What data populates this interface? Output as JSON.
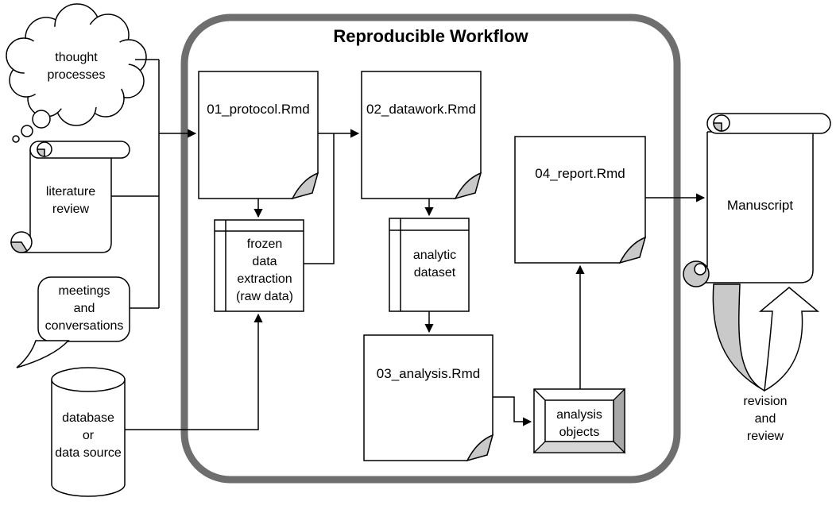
{
  "title": "Reproducible Workflow",
  "colors": {
    "box_border": "#6e6e6e",
    "fill_gray": "#c9c9c9",
    "stroke": "#000000"
  },
  "inputs": {
    "thought_processes": "thought\nprocesses",
    "literature_review": "literature\nreview",
    "meetings": "meetings\nand\nconversations",
    "database": "database\nor\ndata source"
  },
  "workflow": {
    "protocol": "01_protocol.Rmd",
    "datawork": "02_datawork.Rmd",
    "frozen_data": "frozen\ndata\nextraction\n(raw data)",
    "analytic_dataset": "analytic\ndataset",
    "analysis": "03_analysis.Rmd",
    "report": "04_report.Rmd",
    "analysis_objects": "analysis\nobjects"
  },
  "outputs": {
    "manuscript": "Manuscript",
    "revision": "revision\nand\nreview"
  },
  "edges": [
    {
      "from": "thought_processes",
      "to": "01_protocol.Rmd"
    },
    {
      "from": "literature_review",
      "to": "01_protocol.Rmd"
    },
    {
      "from": "meetings_and_conversations",
      "to": "01_protocol.Rmd"
    },
    {
      "from": "01_protocol.Rmd",
      "to": "02_datawork.Rmd"
    },
    {
      "from": "01_protocol.Rmd",
      "to": "frozen_data_extraction"
    },
    {
      "from": "database_or_data_source",
      "to": "frozen_data_extraction"
    },
    {
      "from": "frozen_data_extraction",
      "to": "02_datawork.Rmd"
    },
    {
      "from": "02_datawork.Rmd",
      "to": "analytic_dataset"
    },
    {
      "from": "analytic_dataset",
      "to": "03_analysis.Rmd"
    },
    {
      "from": "03_analysis.Rmd",
      "to": "analysis_objects"
    },
    {
      "from": "analysis_objects",
      "to": "04_report.Rmd"
    },
    {
      "from": "04_report.Rmd",
      "to": "manuscript"
    },
    {
      "from": "manuscript",
      "to": "manuscript",
      "label": "revision_and_review"
    }
  ]
}
